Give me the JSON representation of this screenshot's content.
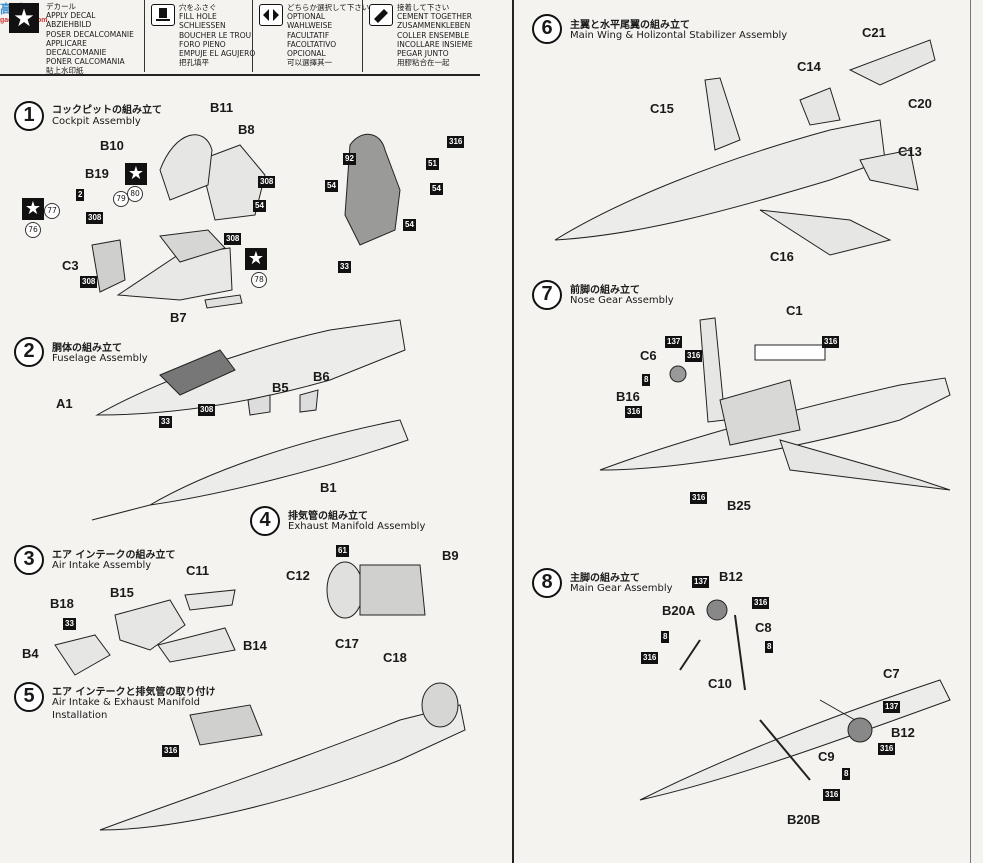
{
  "watermark": {
    "text": "高手网",
    "sub": "gao.shou.com"
  },
  "legend": [
    {
      "icon": "decal-icon",
      "lines": [
        "デカール",
        "APPLY DECAL",
        "ABZIEHBILD",
        "POSER DECALCOMANIE",
        "APPLICARE DECALCOMANIE",
        "PONER CALCOMANIA",
        "貼上水印紙"
      ]
    },
    {
      "icon": "fill-hole-icon",
      "lines": [
        "穴をふさぐ",
        "FILL HOLE",
        "SCHLIESSEN",
        "BOUCHER LE TROU",
        "FORO PIENO",
        "EMPUJE EL AGUJERO",
        "把孔填平"
      ]
    },
    {
      "icon": "optional-icon",
      "lines": [
        "どちらか選択して下さい。",
        "OPTIONAL",
        "WAHLWEISE",
        "FACULTATIF",
        "FACOLTATIVO",
        "OPCIONAL",
        "可以選擇其一"
      ]
    },
    {
      "icon": "cement-icon",
      "lines": [
        "接着して下さい",
        "CEMENT TOGETHER",
        "ZUSAMMENKLEBEN",
        "COLLER ENSEMBLE",
        "INCOLLARE INSIEME",
        "PEGAR JUNTO",
        "用膠粘合在一起"
      ]
    }
  ],
  "steps": [
    {
      "num": "1",
      "jp": "コックピットの組み立て",
      "en": "Cockpit Assembly"
    },
    {
      "num": "2",
      "jp": "胴体の組み立て",
      "en": "Fuselage Assembly"
    },
    {
      "num": "3",
      "jp": "エア インテークの組み立て",
      "en": "Air Intake Assembly"
    },
    {
      "num": "4",
      "jp": "排気管の組み立て",
      "en": "Exhaust Manifold Assembly"
    },
    {
      "num": "5",
      "jp": "エア インテークと排気管の取り付け",
      "en": "Air Intake & Exhaust Manifold",
      "en2": "Installation"
    },
    {
      "num": "6",
      "jp": "主翼と水平尾翼の組み立て",
      "en": "Main Wing & Holizontal Stabilizer Assembly"
    },
    {
      "num": "7",
      "jp": "前脚の組み立て",
      "en": "Nose Gear Assembly"
    },
    {
      "num": "8",
      "jp": "主脚の組み立て",
      "en": "Main Gear Assembly"
    }
  ],
  "parts": {
    "s1": [
      "B11",
      "B10",
      "B8",
      "B19",
      "C3",
      "B7"
    ],
    "s2": [
      "A1",
      "B5",
      "B6",
      "B1"
    ],
    "s3": [
      "C11",
      "B15",
      "B18",
      "B4",
      "B14"
    ],
    "s4": [
      "C12",
      "B9"
    ],
    "s5": [
      "C17",
      "C18"
    ],
    "s6": [
      "C21",
      "C14",
      "C15",
      "C20",
      "C13",
      "C16"
    ],
    "s7": [
      "C1",
      "C6",
      "B16",
      "B25"
    ],
    "s8": [
      "B12",
      "B20A",
      "C8",
      "C10",
      "C7",
      "B12",
      "C9",
      "B20B"
    ]
  },
  "paint_codes": {
    "s1": [
      "316",
      "92",
      "51",
      "54",
      "54",
      "54",
      "33",
      "308",
      "54",
      "308",
      "2",
      "308",
      "308"
    ],
    "s2": [
      "33",
      "308"
    ],
    "s3": [
      "33"
    ],
    "s4": [
      "61"
    ],
    "s5": [
      "316"
    ],
    "s7": [
      "137",
      "316",
      "8",
      "316",
      "316",
      "316"
    ],
    "s8": [
      "137",
      "316",
      "8",
      "316",
      "8",
      "137",
      "316",
      "8",
      "316"
    ]
  },
  "decals": [
    "77",
    "76",
    "79",
    "80",
    "78"
  ]
}
